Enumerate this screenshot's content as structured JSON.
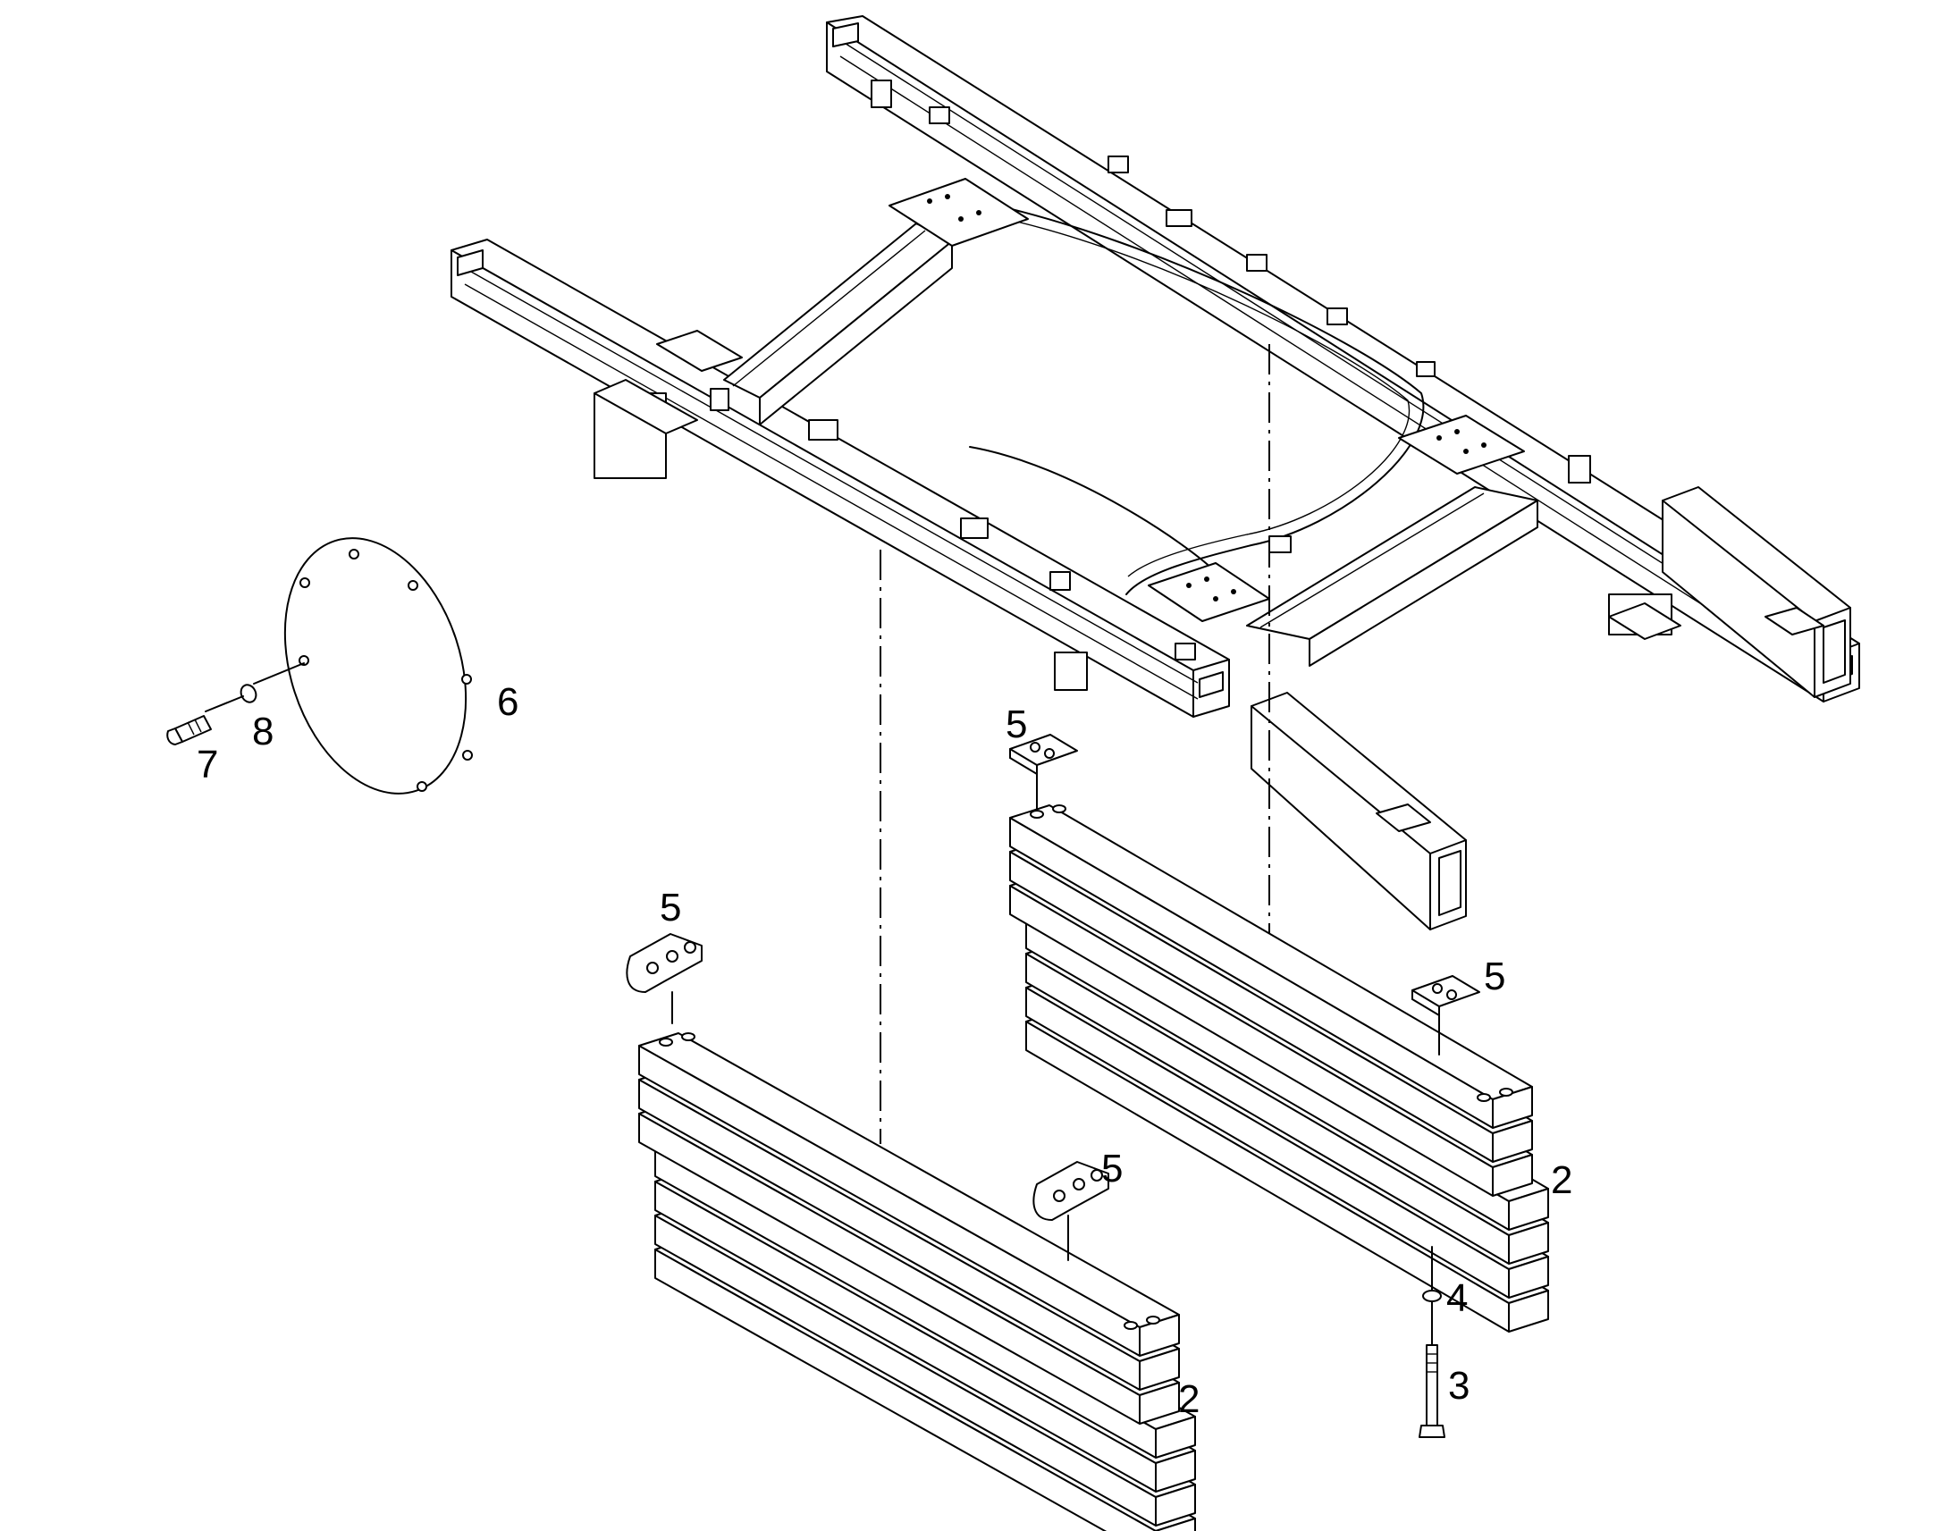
{
  "callouts": {
    "c2a": "2",
    "c2b": "2",
    "c3": "3",
    "c4": "4",
    "c5a": "5",
    "c5b": "5",
    "c5c": "5",
    "c5d": "5",
    "c6": "6",
    "c7": "7",
    "c8": "8"
  },
  "colors": {
    "line": "#000000",
    "background": "#ffffff"
  }
}
